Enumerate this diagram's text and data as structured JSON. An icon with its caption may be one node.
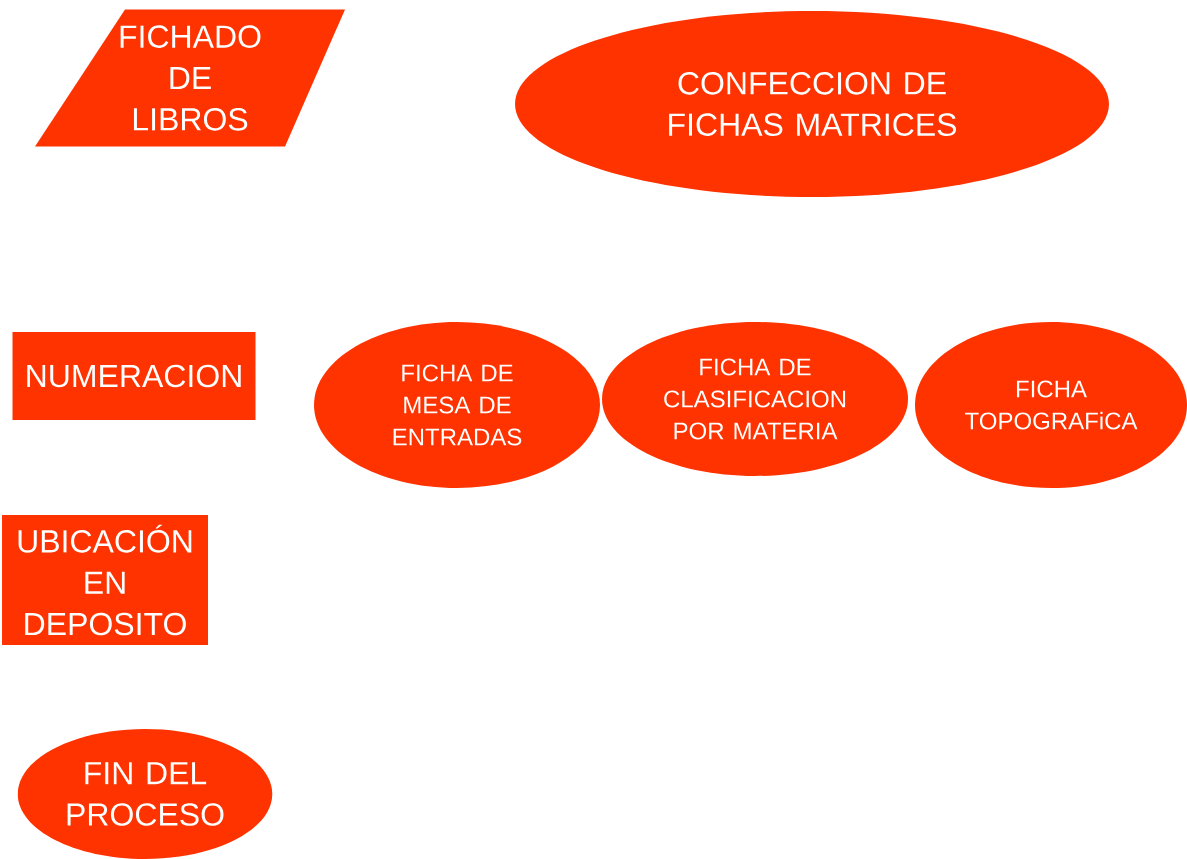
{
  "diagram": {
    "nodes": [
      {
        "text": [
          "FICHADO DE LIBROS"
        ]
      },
      {
        "text": [
          "CONFECCION DE FICHAS MATRICES"
        ]
      },
      {
        "text": [
          "NUMERACION"
        ]
      },
      {
        "text": [
          "FICHA DE MESA DE ENTRADAS"
        ]
      },
      {
        "text": [
          "FICHA DE CLASIFICACION POR MATERIA"
        ]
      },
      {
        "text": [
          "FICHA TOPOGRAFiCA"
        ]
      },
      {
        "text": [
          "UBICACIÓN EN DEPOSITO"
        ]
      },
      {
        "text": [
          "FIN DEL PROCESO"
        ]
      }
    ]
  }
}
